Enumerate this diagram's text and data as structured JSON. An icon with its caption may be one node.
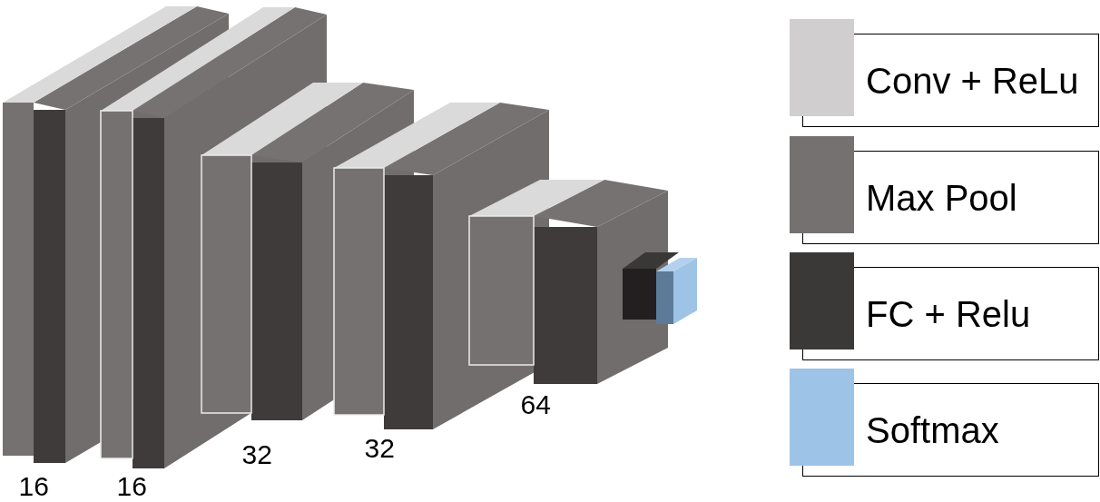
{
  "diagram": {
    "labels": [
      "16",
      "16",
      "32",
      "32",
      "64"
    ],
    "legend": [
      {
        "text": "Conv + ReLu",
        "color": "#d0cece"
      },
      {
        "text": "Max Pool",
        "color": "#767171"
      },
      {
        "text": "FC + Relu",
        "color": "#3b3838"
      },
      {
        "text": "Softmax",
        "color": "#9dc3e6"
      }
    ]
  }
}
